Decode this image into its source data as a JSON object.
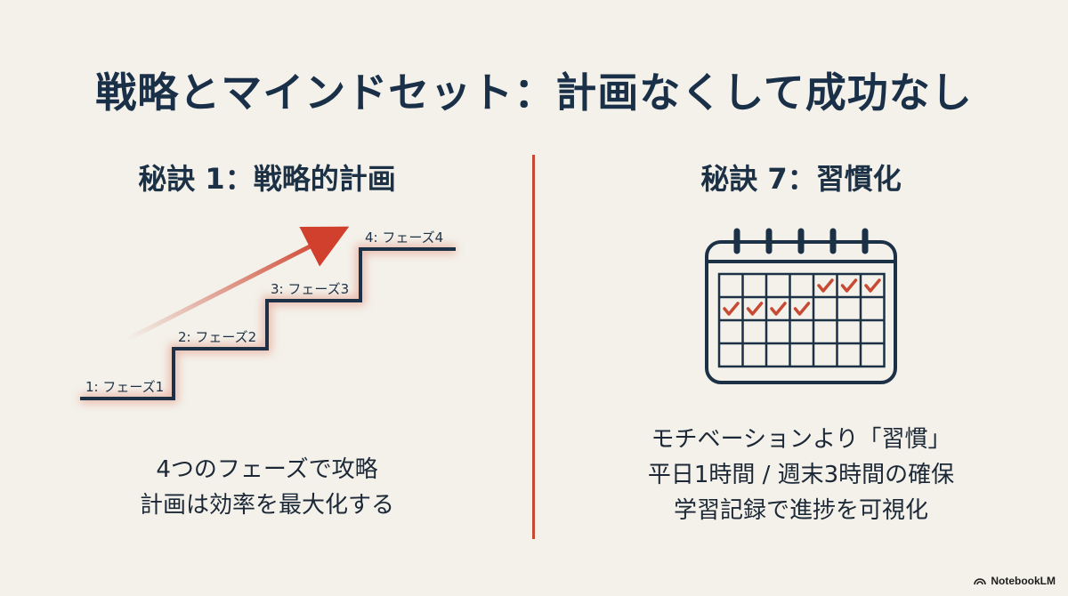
{
  "title": "戦略とマインドセット：計画なくして成功なし",
  "left": {
    "heading": "秘訣 1：戦略的計画",
    "steps": [
      {
        "label": "1: フェーズ1"
      },
      {
        "label": "2: フェーズ2"
      },
      {
        "label": "3: フェーズ3"
      },
      {
        "label": "4: フェーズ4"
      }
    ],
    "caption_lines": [
      "4つのフェーズで攻略",
      "計画は効率を最大化する"
    ]
  },
  "right": {
    "heading": "秘訣 7：習慣化",
    "calendar": {
      "rows": 4,
      "cols": 7,
      "checked_cells": [
        [
          0,
          4
        ],
        [
          0,
          5
        ],
        [
          0,
          6
        ],
        [
          1,
          0
        ],
        [
          1,
          1
        ],
        [
          1,
          2
        ],
        [
          1,
          3
        ]
      ]
    },
    "caption_lines": [
      "モチベーションより「習慣」",
      "平日1時間 / 週末3時間の確保",
      "学習記録で進捗を可視化"
    ]
  },
  "brand": {
    "label": "NotebookLM",
    "icon": "notebooklm-icon"
  },
  "colors": {
    "background": "#f3f1ea",
    "navy": "#1c3145",
    "accent": "#c74a34"
  }
}
